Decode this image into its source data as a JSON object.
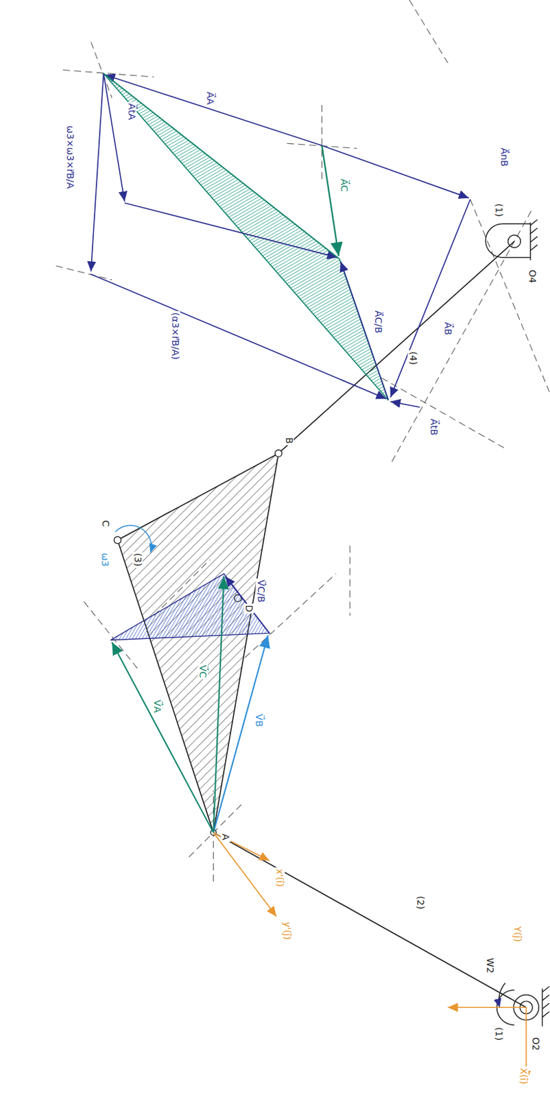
{
  "diagram": {
    "labels": [
      "C",
      "B",
      "A",
      "D",
      "(3)",
      "(4)",
      "(1)",
      "O4",
      "(1)",
      "O2",
      "(2)",
      "W2",
      "ω3",
      "X(î)",
      "Y(ĵ)",
      "x'(î)",
      "y'(ĵ)",
      "V⃗A",
      "V⃗B",
      "V⃗C",
      "V⃗C/B",
      "A⃗C",
      "A⃗nB",
      "A⃗B",
      "A⃗tB",
      "A⃗A",
      "ω3×ω3×r⃗B/A",
      "(α3×r⃗B/A)",
      "A⃗C/B",
      "A⃗tA"
    ]
  }
}
